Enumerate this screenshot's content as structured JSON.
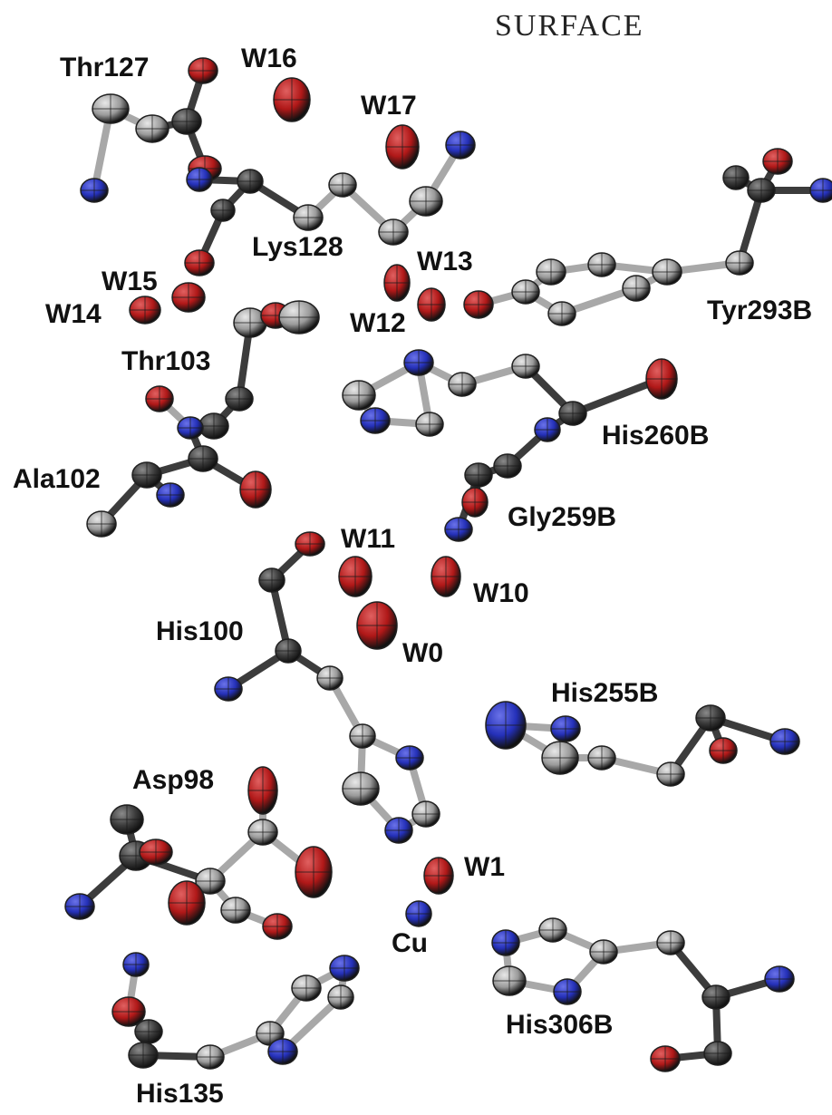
{
  "header": {
    "surface": "SURFACE"
  },
  "colors": {
    "carbon_light": "#9a9a9a",
    "carbon_dark": "#3a3a3a",
    "oxygen": "#b01818",
    "nitrogen": "#2430b8",
    "bond_light": "#a8a8a8",
    "bond_dark": "#3c3c3c"
  },
  "labels": {
    "thr127": "Thr127",
    "w16": "W16",
    "w17": "W17",
    "lys128": "Lys128",
    "w13": "W13",
    "w15": "W15",
    "w14": "W14",
    "w12": "W12",
    "tyr293b": "Tyr293B",
    "thr103": "Thr103",
    "his260b": "His260B",
    "ala102": "Ala102",
    "gly259b": "Gly259B",
    "w11": "W11",
    "w10": "W10",
    "his100": "His100",
    "w0": "W0",
    "his255b": "His255B",
    "asp98": "Asp98",
    "w1": "W1",
    "cu": "Cu",
    "his306b": "His306B",
    "his135": "His135"
  }
}
